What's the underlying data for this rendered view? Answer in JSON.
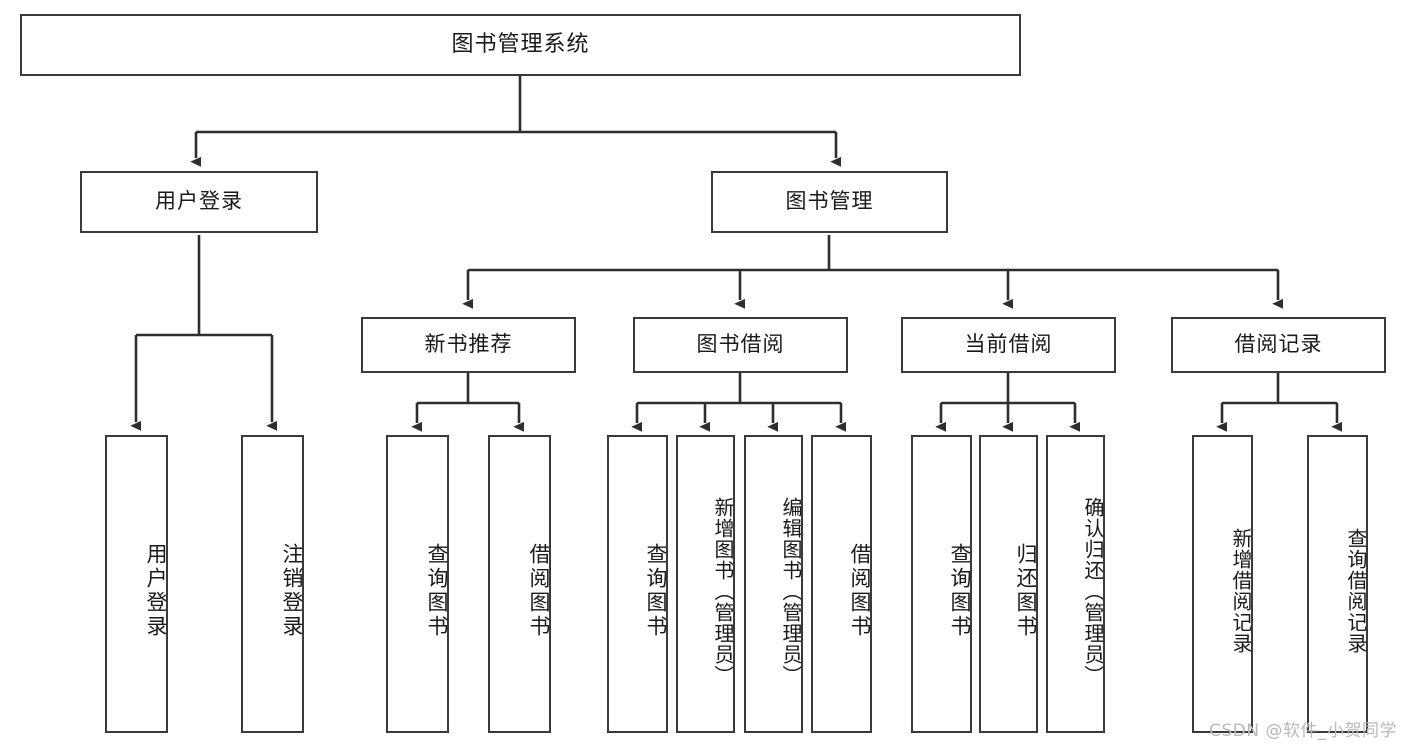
{
  "diagram": {
    "title": "图书管理系统",
    "type": "hierarchy-tree",
    "root": {
      "id": "root",
      "label": "图书管理系统"
    },
    "level2": [
      {
        "id": "user-login",
        "label": "用户登录"
      },
      {
        "id": "book-management",
        "label": "图书管理"
      }
    ],
    "level3": [
      {
        "id": "new-book-recommend",
        "label": "新书推荐",
        "parent": "book-management"
      },
      {
        "id": "book-borrow",
        "label": "图书借阅",
        "parent": "book-management"
      },
      {
        "id": "current-borrow",
        "label": "当前借阅",
        "parent": "book-management"
      },
      {
        "id": "borrow-record",
        "label": "借阅记录",
        "parent": "book-management"
      }
    ],
    "leaves": {
      "user_login": [
        {
          "id": "leaf-user-login",
          "label": "用户登录"
        },
        {
          "id": "leaf-user-logout",
          "label": "注销登录"
        }
      ],
      "new_book_recommend": [
        {
          "id": "leaf-query-book-1",
          "label": "查询图书"
        },
        {
          "id": "leaf-borrow-book-1",
          "label": "借阅图书"
        }
      ],
      "book_borrow": [
        {
          "id": "leaf-query-book-2",
          "label": "查询图书"
        },
        {
          "id": "leaf-add-book",
          "label": "新增图书（管理员）"
        },
        {
          "id": "leaf-edit-book",
          "label": "编辑图书（管理员）"
        },
        {
          "id": "leaf-borrow-book-2",
          "label": "借阅图书"
        }
      ],
      "current_borrow": [
        {
          "id": "leaf-query-book-3",
          "label": "查询图书"
        },
        {
          "id": "leaf-return-book",
          "label": "归还图书"
        },
        {
          "id": "leaf-confirm-return",
          "label": "确认归还（管理员）"
        }
      ],
      "borrow_record": [
        {
          "id": "leaf-add-record",
          "label": "新增借阅记录"
        },
        {
          "id": "leaf-query-record",
          "label": "查询借阅记录"
        }
      ]
    },
    "colors": {
      "stroke": "#3a3a3a",
      "fill": "#ffffff",
      "text": "#1a1a1a",
      "watermark": "#b9b9b9"
    }
  },
  "watermark": "CSDN @软件_小贺同学"
}
